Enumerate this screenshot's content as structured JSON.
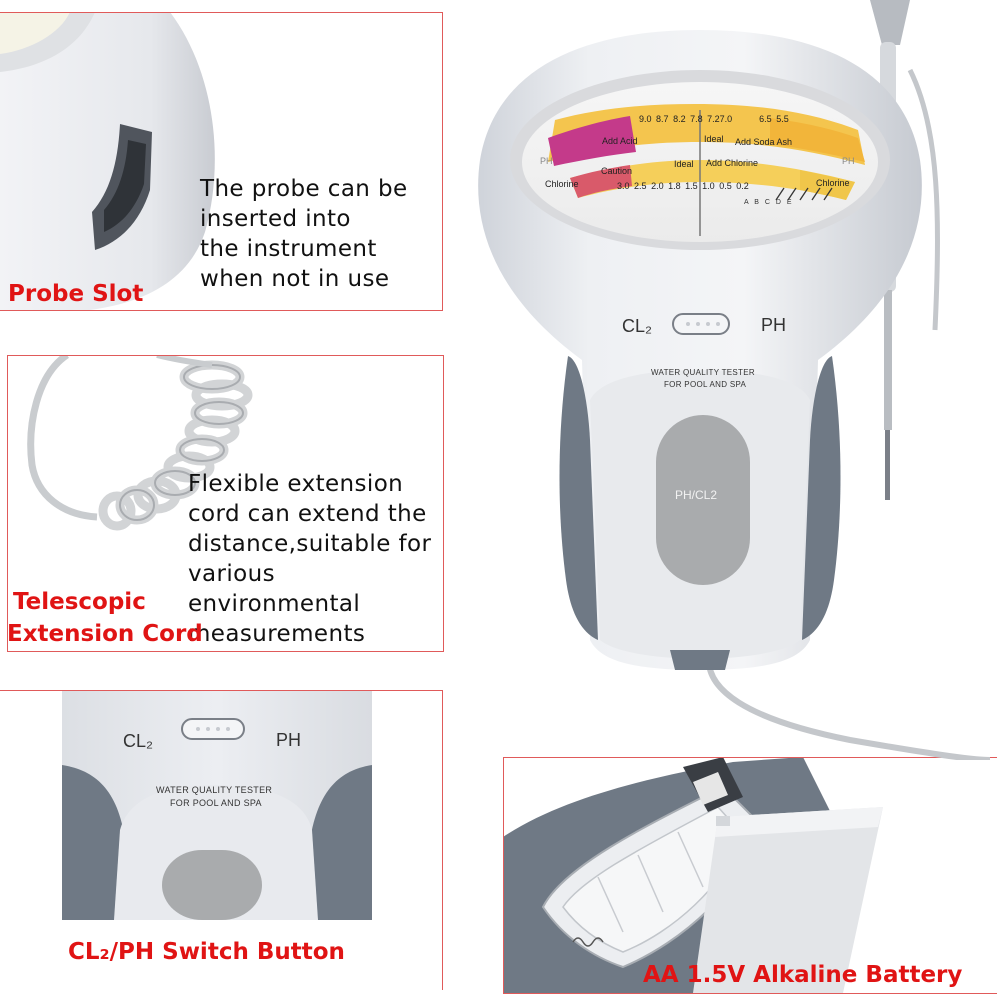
{
  "colors": {
    "callout_red": "#e01414",
    "frame_red": "#e05a5a",
    "device_white": "#e9ebef",
    "device_grip": "#6f7985",
    "window_gray": "#a9abad"
  },
  "panels": {
    "probe_slot": {
      "callout": "Probe Slot",
      "description": [
        "The probe can be",
        "inserted into",
        "the instrument",
        "when not in use"
      ]
    },
    "extension_cord": {
      "callout": [
        "Telescopic",
        "Extension Cord"
      ],
      "description": [
        "Flexible extension",
        "cord can extend the",
        "distance,suitable for",
        "various environmental",
        "measurements"
      ]
    },
    "switch_button": {
      "callout": "CL₂/PH Switch Button",
      "labels": {
        "cl2": "CL₂",
        "ph": "PH",
        "tester_line1": "WATER QUALITY TESTER",
        "tester_line2": "FOR POOL AND SPA"
      }
    },
    "battery": {
      "callout": "AA 1.5V Alkaline Battery"
    }
  },
  "device": {
    "switch_cl2": "CL₂",
    "switch_ph": "PH",
    "tester_line1": "WATER QUALITY TESTER",
    "tester_line2": "FOR POOL AND SPA",
    "window_label": "PH/CL2",
    "dial": {
      "ph_scale": [
        "9.0",
        "8.7",
        "8.2",
        "7.8",
        "7.2",
        "7.0",
        "6.5",
        "5.5"
      ],
      "chlorine_scale": [
        "3.0",
        "2.5",
        "2.0",
        "1.8",
        "1.5",
        "1.0",
        "0.5",
        "0.2"
      ],
      "upper_zones": [
        "Add Acid",
        "Ideal",
        "Add Soda Ash"
      ],
      "lower_zones": [
        "Caution",
        "Ideal",
        "Add Chlorine"
      ],
      "left_labels": [
        "PH",
        "Chlorine"
      ],
      "right_labels": [
        "PH",
        "Chlorine"
      ],
      "letters": [
        "A",
        "B",
        "C",
        "D",
        "E"
      ]
    }
  }
}
